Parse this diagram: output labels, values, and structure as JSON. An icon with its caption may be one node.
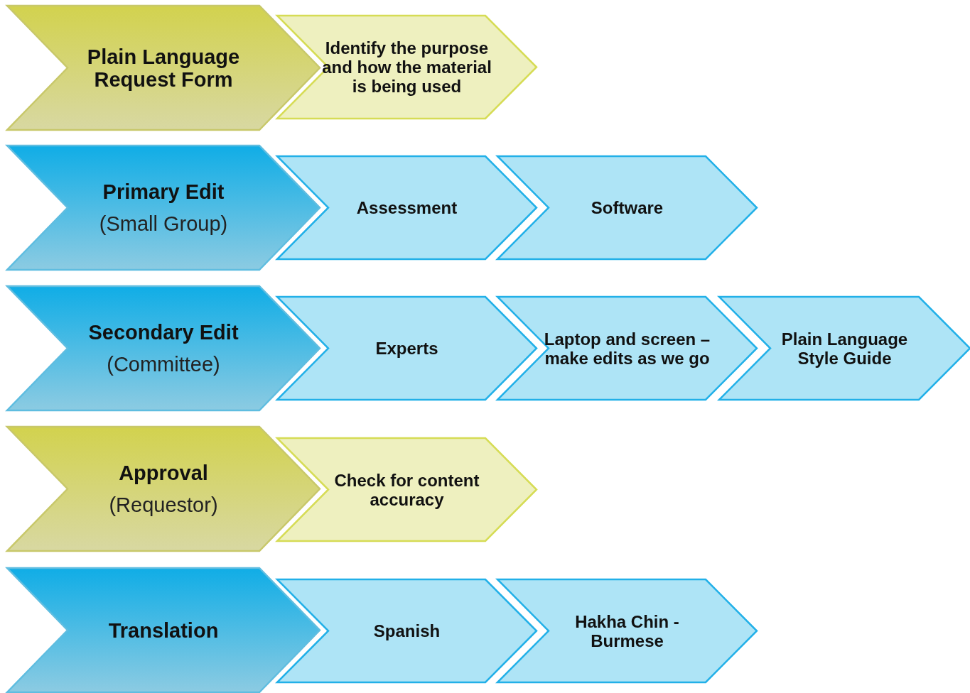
{
  "diagram": {
    "nodes": [
      {
        "text": [
          "Plain Language Request Form"
        ]
      },
      {
        "text": [
          "Identify the purpose and how the material is being used"
        ]
      },
      {
        "text": [
          "Primary Edit",
          "(Small Group)"
        ]
      },
      {
        "text": [
          "Assessment"
        ]
      },
      {
        "text": [
          "Software"
        ]
      },
      {
        "text": [
          "Secondary Edit",
          "(Committee)"
        ]
      },
      {
        "text": [
          "Experts"
        ]
      },
      {
        "text": [
          "Laptop and screen – make edits as we go"
        ]
      },
      {
        "text": [
          "Plain Language Style Guide"
        ]
      },
      {
        "text": [
          "Approval",
          "(Requestor)"
        ]
      },
      {
        "text": [
          "Check for content accuracy"
        ]
      },
      {
        "text": [
          "Translation"
        ]
      },
      {
        "text": [
          "Spanish"
        ]
      },
      {
        "text": [
          "Hakha Chin - Burmese"
        ]
      }
    ]
  }
}
